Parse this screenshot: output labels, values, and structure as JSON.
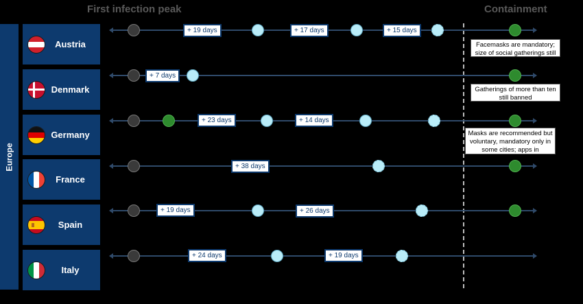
{
  "headers": {
    "left": "First infection peak",
    "right": "Containment"
  },
  "region": "Europe",
  "countries": [
    {
      "name": "Austria",
      "flag": "austria-flag",
      "labels": [
        "+ 19 days",
        "+ 17 days",
        "+ 15 days"
      ],
      "note": "Facemasks are mandatory; size of social gatherings still limited"
    },
    {
      "name": "Denmark",
      "flag": "denmark-flag",
      "labels": [
        "+ 7 days"
      ],
      "note": "Gatherings of more than ten still banned"
    },
    {
      "name": "Germany",
      "flag": "germany-flag",
      "labels": [
        "+ 23 days",
        "+ 14 days"
      ],
      "note": "Masks are recommended but voluntary, mandatory only in some cities; apps in development"
    },
    {
      "name": "France",
      "flag": "france-flag",
      "labels": [
        "+ 38 days"
      ]
    },
    {
      "name": "Spain",
      "flag": "spain-flag",
      "labels": [
        "+ 19 days",
        "+ 26 days"
      ]
    },
    {
      "name": "Italy",
      "flag": "italy-flag",
      "labels": [
        "+ 24 days",
        "+ 19 days"
      ]
    }
  ],
  "colors": {
    "panel": "#0d3a6e",
    "timeline": "#2f4a6a",
    "node_gray": "#3a3a3a",
    "node_green": "#2e8b2e",
    "node_light": "#b9ecf8",
    "header_text": "#595959"
  }
}
